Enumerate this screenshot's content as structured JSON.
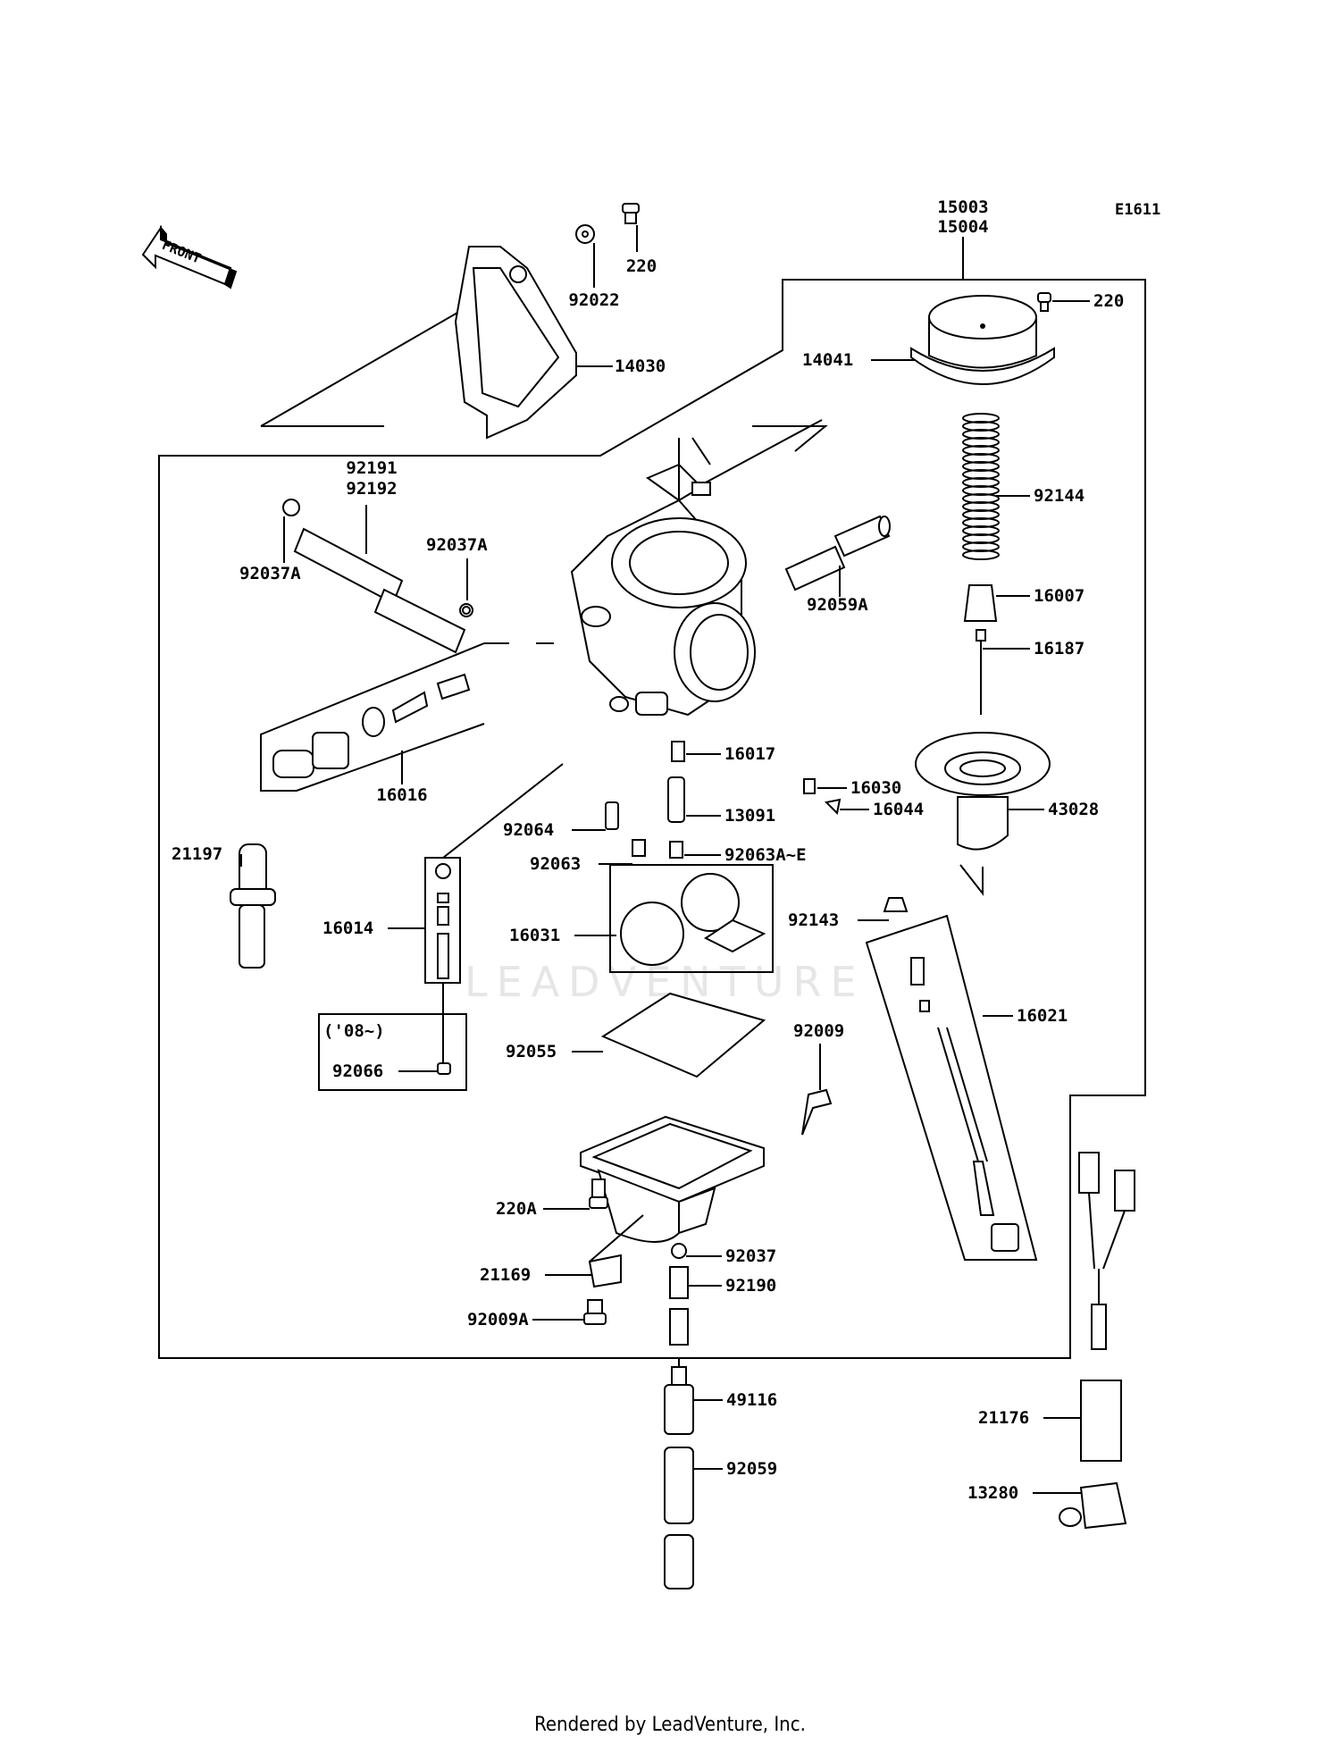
{
  "diagram_code": "E1611",
  "front_arrow_label": "FRONT",
  "watermark": "LEADVENTURE",
  "footer": "Rendered by LeadVenture, Inc.",
  "variant_box_label": "('08~)",
  "part_labels": [
    "220",
    "92022",
    "14030",
    "15003",
    "15004",
    "220",
    "14041",
    "92144",
    "16007",
    "16187",
    "43028",
    "16030",
    "16044",
    "92191",
    "92192",
    "92037A",
    "92037A",
    "92059A",
    "16016",
    "16017",
    "13091",
    "92064",
    "92063",
    "92063A~E",
    "21197",
    "16014",
    "16031",
    "92143",
    "16021",
    "92066",
    "92055",
    "92009",
    "220A",
    "92037",
    "21169",
    "92190",
    "92009A",
    "49116",
    "92059",
    "21176",
    "13280"
  ]
}
